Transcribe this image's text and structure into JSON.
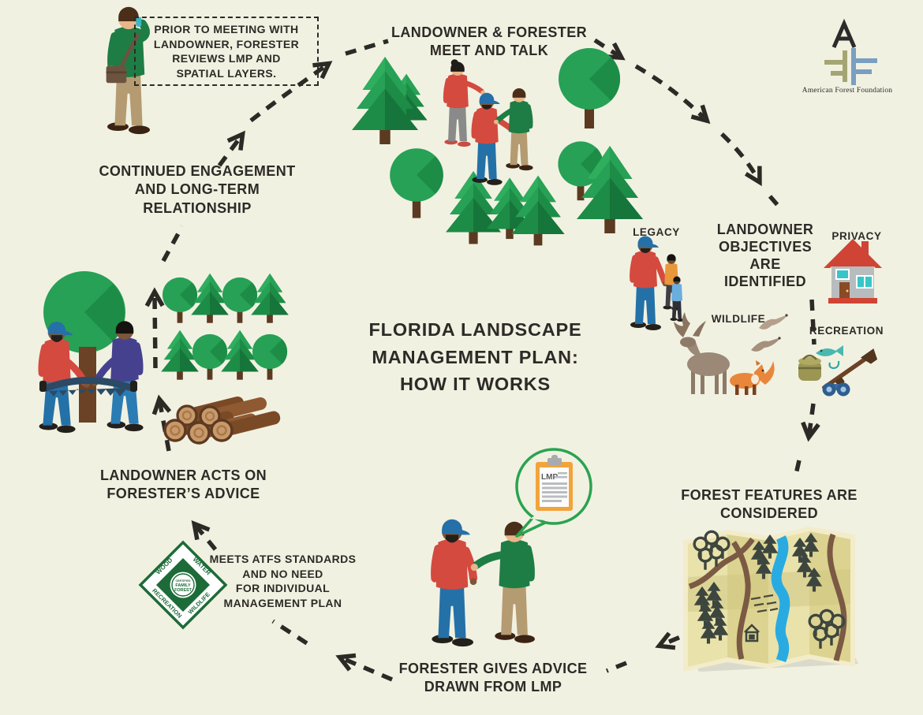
{
  "page": {
    "background": "#f1f1e2",
    "ink": "#2e2a27"
  },
  "colors": {
    "forest_green_dark": "#1d8c46",
    "forest_green": "#27a155",
    "bubble_green": "#2aa350",
    "clipboard_orange": "#f2a33c",
    "river_blue": "#29abe2",
    "badge_green": "#1c6b38",
    "logo_olive": "#a5a573",
    "logo_blue": "#7a9fc2"
  },
  "logo": {
    "caption": "American Forest Foundation"
  },
  "center_title": {
    "lines": [
      "FLORIDA LANDSCAPE",
      "MANAGEMENT PLAN:",
      "HOW IT WORKS"
    ]
  },
  "steps": {
    "prior_note": {
      "lines": [
        "PRIOR TO MEETING WITH",
        "LANDOWNER, FORESTER",
        "REVIEWS LMP AND",
        "SPATIAL LAYERS."
      ]
    },
    "meet": {
      "lines": [
        "LANDOWNER & FORESTER",
        "MEET AND TALK"
      ]
    },
    "objectives": {
      "lines": [
        "LANDOWNER",
        "OBJECTIVES",
        "ARE",
        "IDENTIFIED"
      ]
    },
    "objective_tags": {
      "legacy": "LEGACY",
      "privacy": "PRIVACY",
      "wildlife": "WILDLIFE",
      "recreation": "RECREATION"
    },
    "features": {
      "lines": [
        "FOREST FEATURES ARE",
        "CONSIDERED"
      ]
    },
    "advice": {
      "lines": [
        "FORESTER GIVES ADVICE",
        "DRAWN FROM LMP"
      ]
    },
    "atfs_note": {
      "lines": [
        "MEETS ATFS STANDARDS",
        "AND NO NEED",
        "FOR INDIVIDUAL",
        "MANAGEMENT PLAN"
      ]
    },
    "acts": {
      "lines": [
        "LANDOWNER ACTS ON",
        "FORESTER’S ADVICE"
      ]
    },
    "engagement": {
      "lines": [
        "CONTINUED ENGAGEMENT",
        "AND LONG-TERM",
        "RELATIONSHIP"
      ]
    }
  },
  "badge": {
    "edge_words": [
      "WOOD",
      "WATER",
      "RECREATION",
      "WILDLIFE"
    ],
    "center_lines": [
      "CERTIFIED",
      "FAMILY",
      "FOREST"
    ]
  },
  "speech_bubble": {
    "label": "LMP"
  },
  "illustrations": {
    "forester_on_phone": "forester-on-phone-icon",
    "meeting_scene": "people-meeting-in-forest-icon",
    "legacy_family": "parent-with-children-icon",
    "privacy_house": "house-icon",
    "wildlife_animals": "moose-fox-geese-icon",
    "recreation_gear": "rifle-fish-binoculars-icon",
    "forest_map": "folded-forest-map-icon",
    "advice_scene": "forester-advising-icon",
    "atfs_badge": "certified-family-forest-seal-icon",
    "harvest_scene": "two-people-sawing-tree-icon",
    "young_trees": "rows-of-young-trees-icon",
    "log_pile": "stacked-logs-icon"
  }
}
